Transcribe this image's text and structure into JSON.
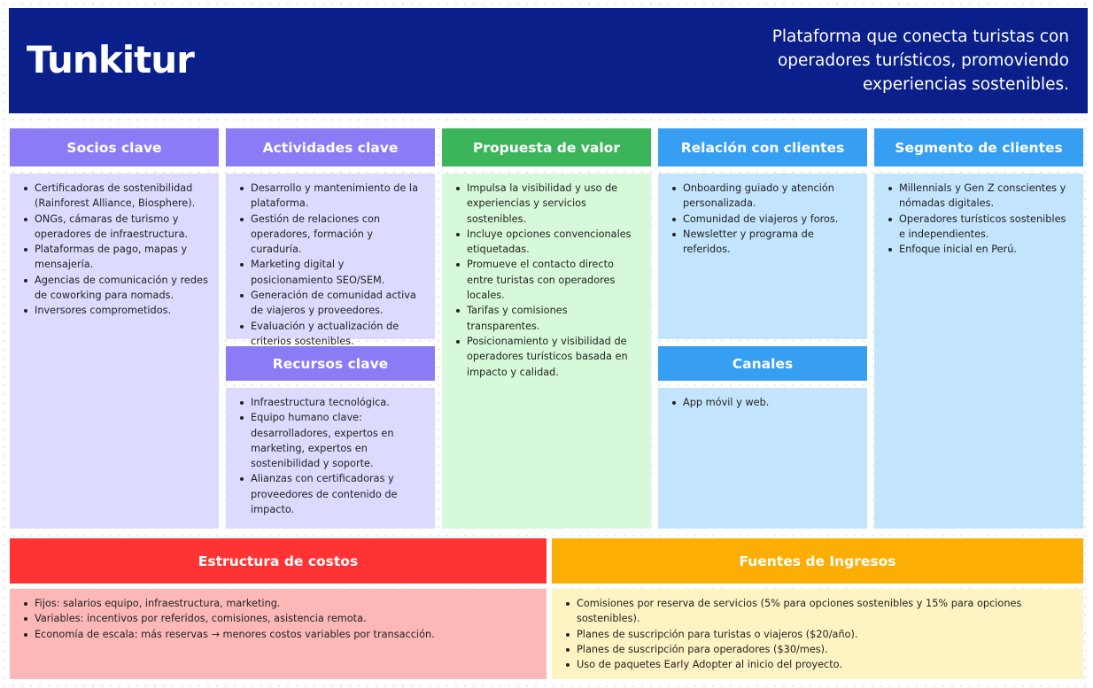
{
  "header": {
    "title": "Tunkitur",
    "tagline": "Plataforma que conecta turistas con operadores turísticos, promoviendo experiencias sostenibles."
  },
  "sections": {
    "socios": {
      "title": "Socios clave",
      "items": [
        "Certificadoras de sostenibilidad (Rainforest Alliance, Biosphere).",
        "ONGs, cámaras de turismo y operadores de infraestructura.",
        "Plataformas de pago, mapas y mensajería.",
        "Agencias de comunicación y redes de coworking para nomads.",
        "Inversores comprometidos."
      ]
    },
    "actividades": {
      "title": "Actividades clave",
      "items": [
        "Desarrollo y mantenimiento de la plataforma.",
        "Gestión de relaciones con operadores, formación y curaduría.",
        "Marketing digital y posicionamiento SEO/SEM.",
        "Generación de comunidad activa de viajeros y proveedores.",
        "Evaluación y actualización de criterios sostenibles."
      ]
    },
    "recursos": {
      "title": "Recursos clave",
      "items": [
        "Infraestructura tecnológica.",
        "Equipo humano clave: desarrolladores, expertos en marketing, expertos en sostenibilidad y soporte.",
        "Alianzas con certificadoras y proveedores de contenido de impacto."
      ]
    },
    "propuesta": {
      "title": "Propuesta de valor",
      "items": [
        "Impulsa la visibilidad y uso de experiencias y servicios sostenibles.",
        "Incluye opciones convencionales etiquetadas.",
        "Promueve el contacto directo entre turistas con operadores locales.",
        "Tarifas y comisiones transparentes.",
        "Posicionamiento y visibilidad de operadores turísticos basada en impacto y calidad."
      ]
    },
    "relacion": {
      "title": "Relación con clientes",
      "items": [
        "Onboarding guiado y atención personalizada.",
        "Comunidad de viajeros y foros.",
        "Newsletter y programa de referidos."
      ]
    },
    "canales": {
      "title": "Canales",
      "items": [
        "App móvil y web."
      ]
    },
    "segmento": {
      "title": "Segmento de clientes",
      "items": [
        "Millennials y Gen Z conscientes y nómadas digitales.",
        "Operadores turísticos sostenibles e independientes.",
        "Enfoque inicial en Perú."
      ]
    },
    "costos": {
      "title": "Estructura de costos",
      "items": [
        "Fijos: salarios equipo, infraestructura, marketing.",
        "Variables: incentivos por referidos, comisiones, asistencia remota.",
        "Economía de escala: más reservas → menores costos variables por transacción."
      ]
    },
    "ingresos": {
      "title": "Fuentes de Ingresos",
      "items": [
        "Comisiones por reserva de servicios (5% para opciones sostenibles y 15% para opciones sostenibles).",
        "Planes de suscripción para turistas o viajeros ($20/año).",
        "Planes de suscripción para operadores ($30/mes).",
        "Uso de paquetes Early Adopter al inicio del proyecto."
      ]
    }
  }
}
